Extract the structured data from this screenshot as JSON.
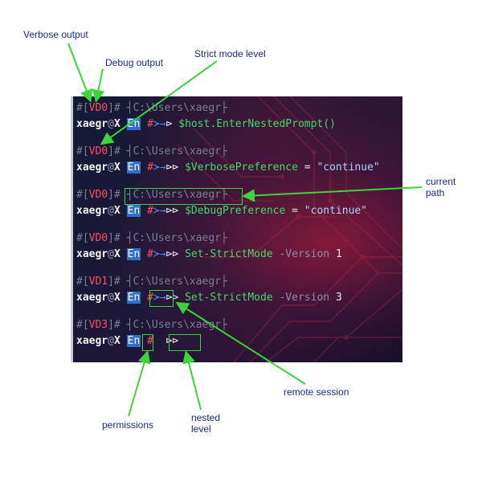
{
  "annotations": {
    "verbose_output": "Verbose output",
    "debug_output": "Debug output",
    "strict_mode_level": "Strict mode level",
    "current_path": "current\npath",
    "remote_session": "remote session",
    "permissions": "permissions",
    "nested_level": "nested\nlevel"
  },
  "terminal": {
    "prompts": [
      {
        "bracket_open": "#[",
        "flags": "VD0",
        "bracket_close": "]#",
        "path": "┤C:\\Users\\xaegr├",
        "user": "xaegr",
        "at": "@",
        "host": "X",
        "lang": "En",
        "hash": "#",
        "arrows": "≻→",
        "nested": "⊳",
        "command": "$host.EnterNestedPrompt()"
      },
      {
        "bracket_open": "#[",
        "flags": "VD0",
        "bracket_close": "]#",
        "path": "┤C:\\Users\\xaegr├",
        "user": "xaegr",
        "at": "@",
        "host": "X",
        "lang": "En",
        "hash": "#",
        "arrows": "≻→",
        "nested": "⊳⊳",
        "command_var": "$VerbosePreference",
        "command_op": " = ",
        "command_str": "\"continue\""
      },
      {
        "bracket_open": "#[",
        "flags": "VD0",
        "bracket_close": "]#",
        "path": "┤C:\\Users\\xaegr├",
        "user": "xaegr",
        "at": "@",
        "host": "X",
        "lang": "En",
        "hash": "#",
        "arrows": "≻→",
        "nested": "⊳⊳",
        "command_var": "$DebugPreference",
        "command_op": " = ",
        "command_str": "\"continue\""
      },
      {
        "bracket_open": "#[",
        "flags": "VD0",
        "bracket_close": "]#",
        "path": "┤C:\\Users\\xaegr├",
        "user": "xaegr",
        "at": "@",
        "host": "X",
        "lang": "En",
        "hash": "#",
        "arrows": "≻→",
        "nested": "⊳⊳",
        "command_cmd": "Set-StrictMode",
        "command_param": " -Version ",
        "command_val": "1"
      },
      {
        "bracket_open": "#[",
        "flags": "VD1",
        "bracket_close": "]#",
        "path": "┤C:\\Users\\xaegr├",
        "user": "xaegr",
        "at": "@",
        "host": "X",
        "lang": "En",
        "hash": "#",
        "arrows": "≻→",
        "nested": "⊳⊳",
        "command_cmd": "Set-StrictMode",
        "command_param": " -Version ",
        "command_val": "3"
      },
      {
        "bracket_open": "#[",
        "flags": "VD3",
        "bracket_close": "]#",
        "path": "┤C:\\Users\\xaegr├",
        "user": "xaegr",
        "at": "@",
        "host": "X",
        "lang": "En",
        "hash": "#",
        "arrows": "",
        "nested": "⊳⊳"
      }
    ]
  },
  "colors": {
    "annotation_text": "#1a2a8c",
    "highlight_box": "#3bd43b",
    "arrow": "#3bd43b"
  }
}
